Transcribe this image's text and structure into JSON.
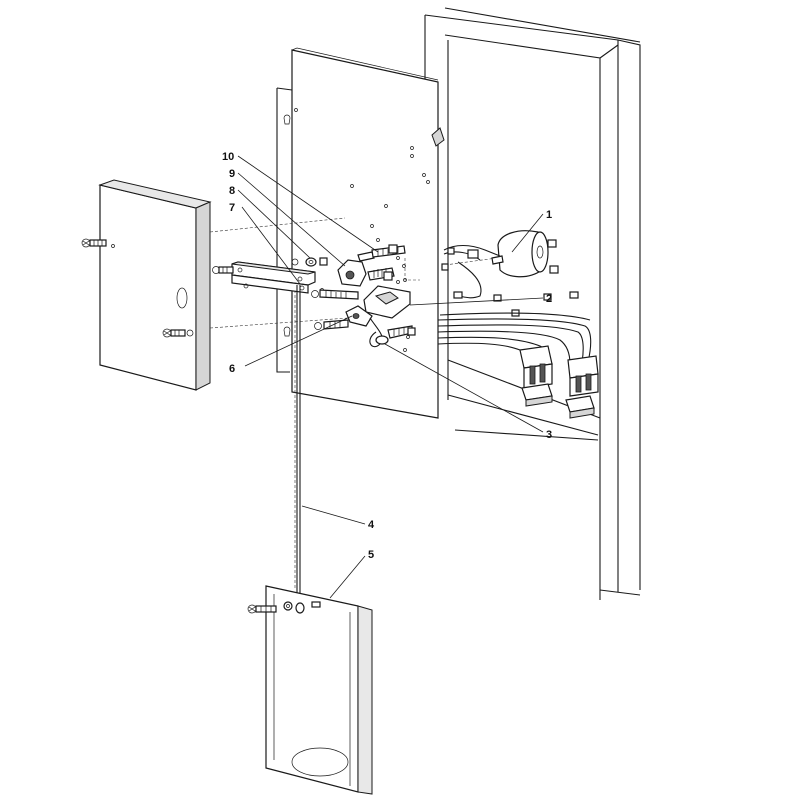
{
  "callouts": [
    {
      "id": "1",
      "label": "1"
    },
    {
      "id": "2",
      "label": "2"
    },
    {
      "id": "3",
      "label": "3"
    },
    {
      "id": "4",
      "label": "4"
    },
    {
      "id": "5",
      "label": "5"
    },
    {
      "id": "6",
      "label": "6"
    },
    {
      "id": "7",
      "label": "7"
    },
    {
      "id": "8",
      "label": "8"
    },
    {
      "id": "9",
      "label": "9"
    },
    {
      "id": "10",
      "label": "10"
    }
  ],
  "colors": {
    "line": "#1a1a1a",
    "shade": "#d6d6d6",
    "background": "#ffffff"
  }
}
